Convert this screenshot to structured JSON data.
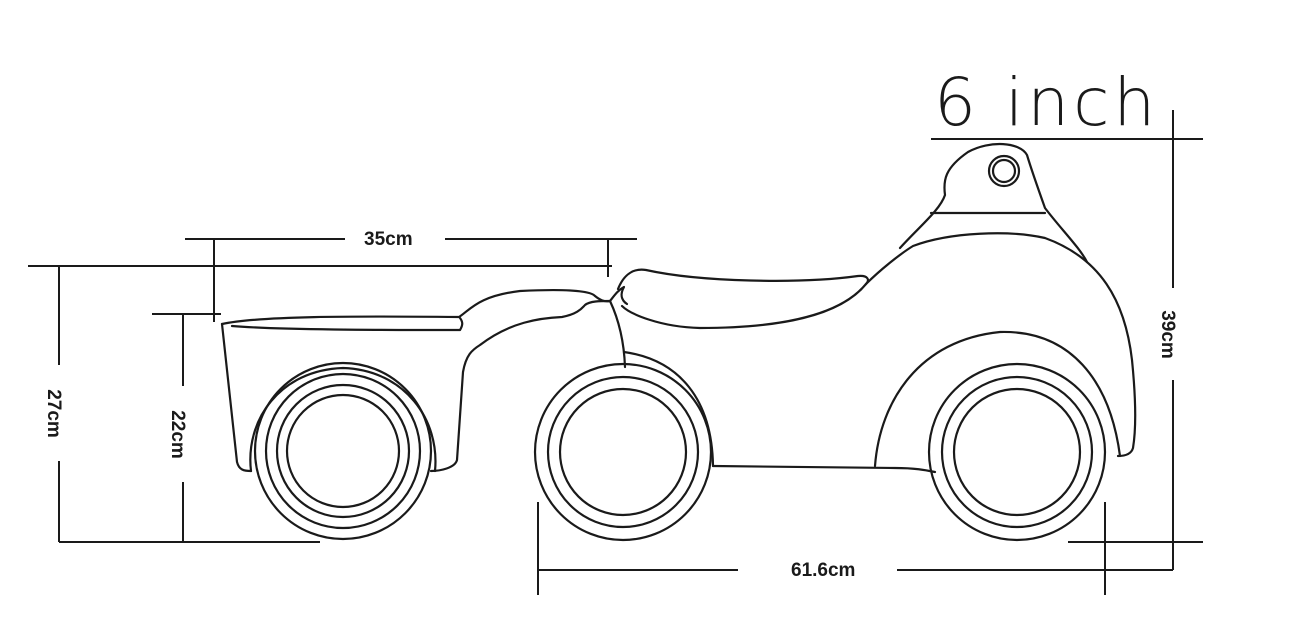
{
  "diagram": {
    "subject": "ride-on toy car with trailer",
    "colors": {
      "line": "#1a1a1a",
      "background": "#ffffff"
    },
    "wheel_size_label": "6 inch",
    "dimensions": {
      "trailer_length": "35cm",
      "overall_height_trailer_side": "27cm",
      "trailer_height": "22cm",
      "car_height": "39cm",
      "car_length": "61.6cm"
    }
  }
}
